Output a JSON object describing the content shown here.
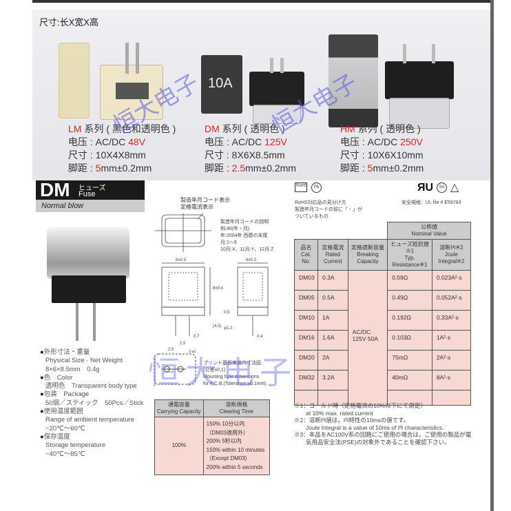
{
  "photo": {
    "size_header": "尺寸:长X宽X高",
    "watermark": "恒大电子",
    "fuse_marking": "10A",
    "series": [
      {
        "name": "LM",
        "title": " 系列 ( 黑色和透明色 )",
        "voltage_label": "电压 : AC/DC ",
        "voltage": "48V",
        "size": "尺寸 : 10X4X8mm",
        "pitch_label": "脚距 : ",
        "pitch": "5",
        "pitch_tol": "mm±0.2mm"
      },
      {
        "name": "DM",
        "title": " 系列 ( 透明色 )",
        "voltage_label": "电压 : AC/DC ",
        "voltage": "125V",
        "size": "尺寸 : 8X6X8.5mm",
        "pitch_label": "脚距 : ",
        "pitch": "2.5",
        "pitch_tol": "mm±0.2mm"
      },
      {
        "name": "HM",
        "title": " 系列 ( 透明色 )",
        "voltage_label": "电压 : AC/DC ",
        "voltage": "250V",
        "size": "尺寸 : 10X6X10mm",
        "pitch_label": "脚距 : ",
        "pitch": "5",
        "pitch_tol": "mm±0.2mm"
      }
    ]
  },
  "datasheet": {
    "model": "DM",
    "model_jp": "ヒューズ",
    "model_en": "Fuse",
    "subtitle": "Normal blow",
    "rohs": {
      "badge": "RoHS",
      "note": [
        "RoHS対応品の見分け方",
        "製造年月コードの前に「・」が",
        "ついているもの"
      ]
    },
    "safety": "安全規格：UL file # E59783",
    "marking_labels": [
      "製造年月コード表示",
      "定格電流表示"
    ],
    "date_code": [
      "製造年月コードの説明",
      "例:46(年・月)",
      "年:2004年 西暦の末尾",
      "月:1～9",
      "10月:X、11月:Y、12月:Z"
    ],
    "dims": [
      "8±0.3",
      "6±0.3",
      "8±0.4",
      "0.5",
      "(4.3)",
      "φ1.2",
      "0.7",
      "2.5",
      "0.4",
      "2.5",
      "2-φ1"
    ],
    "mounting": [
      "プリント基板実装穴寸法図",
      "(公差±0.1)",
      "Mounting hole dimensions",
      "for P.C.B.(Tolerance:±0.1mm)"
    ],
    "specs": [
      {
        "head": "外形寸法・重量",
        "lines": [
          "Physical Size · Net Weight",
          "8×6×8.5mm　0.4g"
        ]
      },
      {
        "head": "色　Color",
        "lines": [
          "透明色　Transparent body type"
        ]
      },
      {
        "head": "包装　Package",
        "lines": [
          "50個／スティック　50Pcs／Stick"
        ]
      },
      {
        "head": "使用温度範囲",
        "lines": [
          "Range of ambient temperature",
          "−20℃～60℃"
        ]
      },
      {
        "head": "保存温度",
        "lines": [
          "Storage temperature",
          "−40℃～85℃"
        ]
      }
    ],
    "clearing": {
      "headers": [
        [
          "通電容量",
          "Carrying Capacity"
        ],
        [
          "溶断規格",
          "Clearing Time"
        ]
      ],
      "capacity": "100%",
      "times": [
        "150% 10分以内",
        "（DM03適用外）",
        "200% 5秒以内",
        "150% within 10 minutes",
        "（Except DM03)",
        "200% within 5 seconds"
      ]
    },
    "catalog": {
      "nominal": [
        "公称値",
        "Nominal Value"
      ],
      "headers": [
        [
          "品名",
          "Cat. No."
        ],
        [
          "定格電流",
          "Rated Current"
        ],
        [
          "定格遮断容量",
          "Breaking Capacity"
        ],
        [
          "ヒューズ抵抗値※1",
          "Typ. Resistance※1"
        ],
        [
          "溶断I²t※2",
          "Joule Integral※2"
        ]
      ],
      "breaking": "AC/DC 125V 50A",
      "rows": [
        {
          "cat": "DM03",
          "current": "0.3A",
          "res": "0.59Ω",
          "joule": "0.023A²·s"
        },
        {
          "cat": "DM05",
          "current": "0.5A",
          "res": "0.49Ω",
          "joule": "0.052A²·s"
        },
        {
          "cat": "DM10",
          "current": "1A",
          "res": "0.192Ω",
          "joule": "0.33A²·s"
        },
        {
          "cat": "DM16",
          "current": "1.6A",
          "res": "0.103Ω",
          "joule": "1A²·s"
        },
        {
          "cat": "DM20",
          "current": "2A",
          "res": "75mΩ",
          "joule": "2A²·s"
        },
        {
          "cat": "DM32",
          "current": "3.2A",
          "res": "40mΩ",
          "joule": "8A²·s"
        }
      ]
    },
    "notes": [
      "※1：コールド時（定格電流の10%以下にて測定）",
      "　　at 10% max. rated current",
      "※2：溶断I²t値は，I²t特性の10msの値です。",
      "　　Joule Integral is a value of 10ms of I²t characteristics.",
      "※3：本品をAC100V系の回路にご使用の場合は，ご使用の製品が電",
      "　　気用品安全法(PSE)の対象外であることを確認下さい。"
    ]
  }
}
